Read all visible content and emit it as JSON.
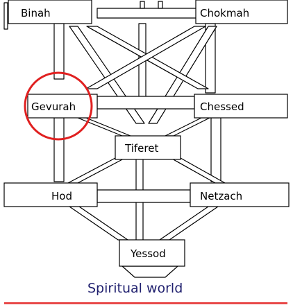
{
  "nodes": {
    "binah": "Binah",
    "chokmah": "Chokmah",
    "gevurah": "Gevurah",
    "chessed": "Chessed",
    "tiferet": "Tiferet",
    "hod": "Hod",
    "netzach": "Netzach",
    "yessod": "Yessod"
  },
  "caption": "Spiritual world",
  "highlight": {
    "target": "Gevurah",
    "color": "#e02020"
  },
  "colors": {
    "caption": "#1f1f6e",
    "underline": "#e84848",
    "lines": "#000000"
  }
}
